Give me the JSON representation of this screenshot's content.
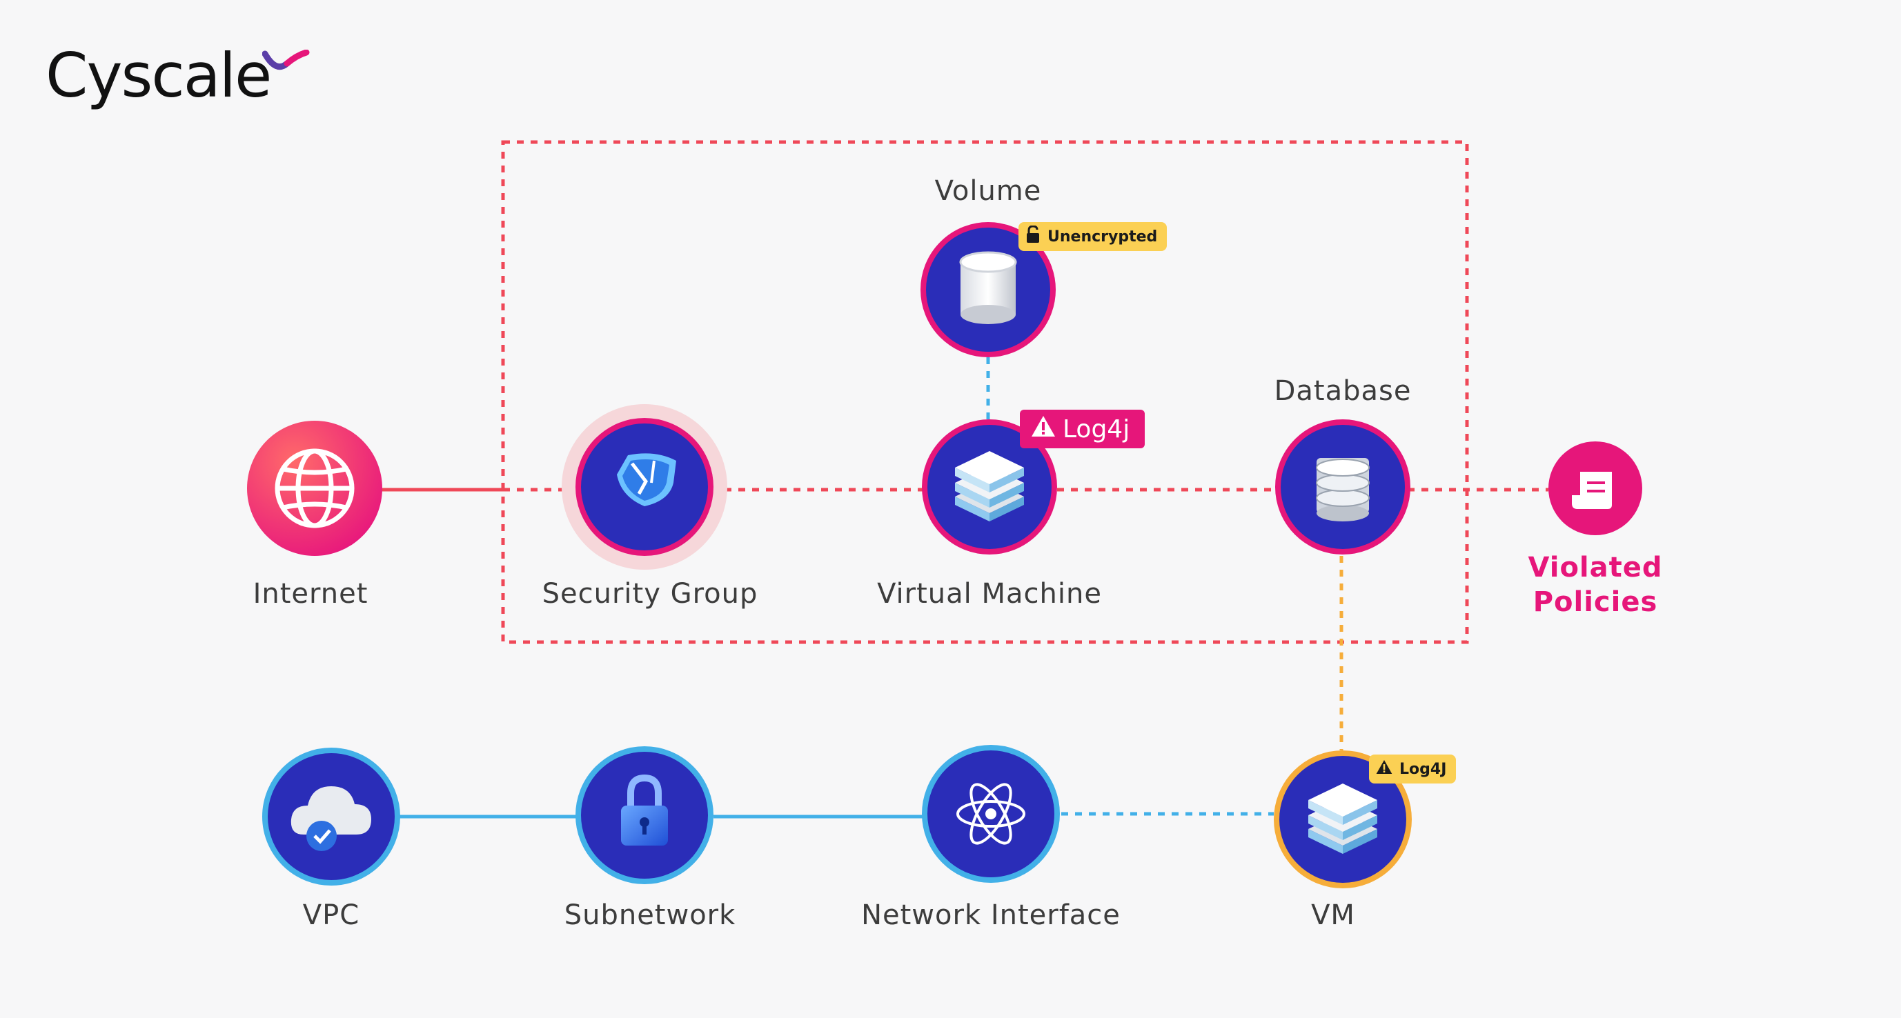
{
  "brand": {
    "name": "Cyscale",
    "accent_colors": [
      "#e6167a",
      "#5b3ea8"
    ]
  },
  "colors": {
    "risk_path": "#ef4858",
    "node_risk_ring": "#e6167a",
    "node_fill": "#2a2db8",
    "network_link": "#42b0e8",
    "warning_link": "#f6ad3a",
    "warning_ring": "#f6ad3a"
  },
  "nodes": {
    "internet": {
      "label": "Internet",
      "icon": "globe-icon"
    },
    "security_group": {
      "label": "Security Group",
      "icon": "broken-shield-icon"
    },
    "virtual_machine": {
      "label": "Virtual Machine",
      "icon": "server-stack-icon"
    },
    "volume": {
      "label": "Volume",
      "icon": "cylinder-volume-icon"
    },
    "database": {
      "label": "Database",
      "icon": "database-icon"
    },
    "violated_policies": {
      "label_line1": "Violated",
      "label_line2": "Policies",
      "icon": "receipt-icon"
    },
    "vpc": {
      "label": "VPC",
      "icon": "cloud-check-icon"
    },
    "subnetwork": {
      "label": "Subnetwork",
      "icon": "padlock-icon"
    },
    "network_interface": {
      "label": "Network Interface",
      "icon": "atom-icon"
    },
    "vm": {
      "label": "VM",
      "icon": "server-stack-icon"
    }
  },
  "badges": {
    "volume": {
      "text": "Unencrypted",
      "icon": "unlock-icon"
    },
    "virtual_machine": {
      "text": "Log4j",
      "icon": "warning-icon"
    },
    "vm": {
      "text": "Log4J",
      "icon": "warning-icon"
    }
  }
}
